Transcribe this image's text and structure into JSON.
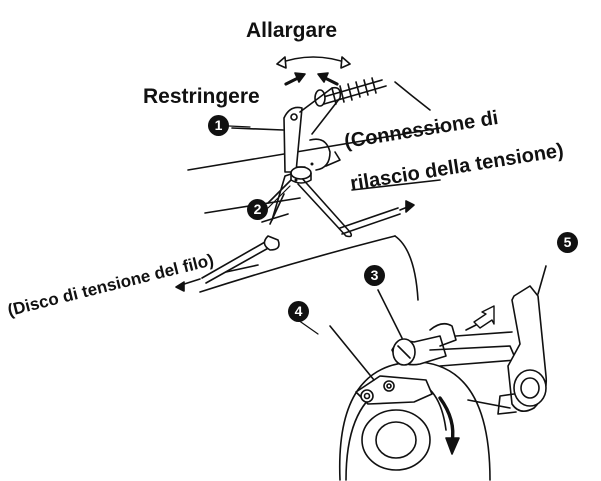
{
  "labels": {
    "widen": "Allargare",
    "narrow": "Restringere",
    "release_line1": "(Connessione di",
    "release_line2": "rilascio della tensione)",
    "disc": "(Disco di tensione del filo)"
  },
  "callouts": [
    "1",
    "2",
    "3",
    "4",
    "5"
  ],
  "colors": {
    "ink": "#111111",
    "background": "#ffffff"
  }
}
